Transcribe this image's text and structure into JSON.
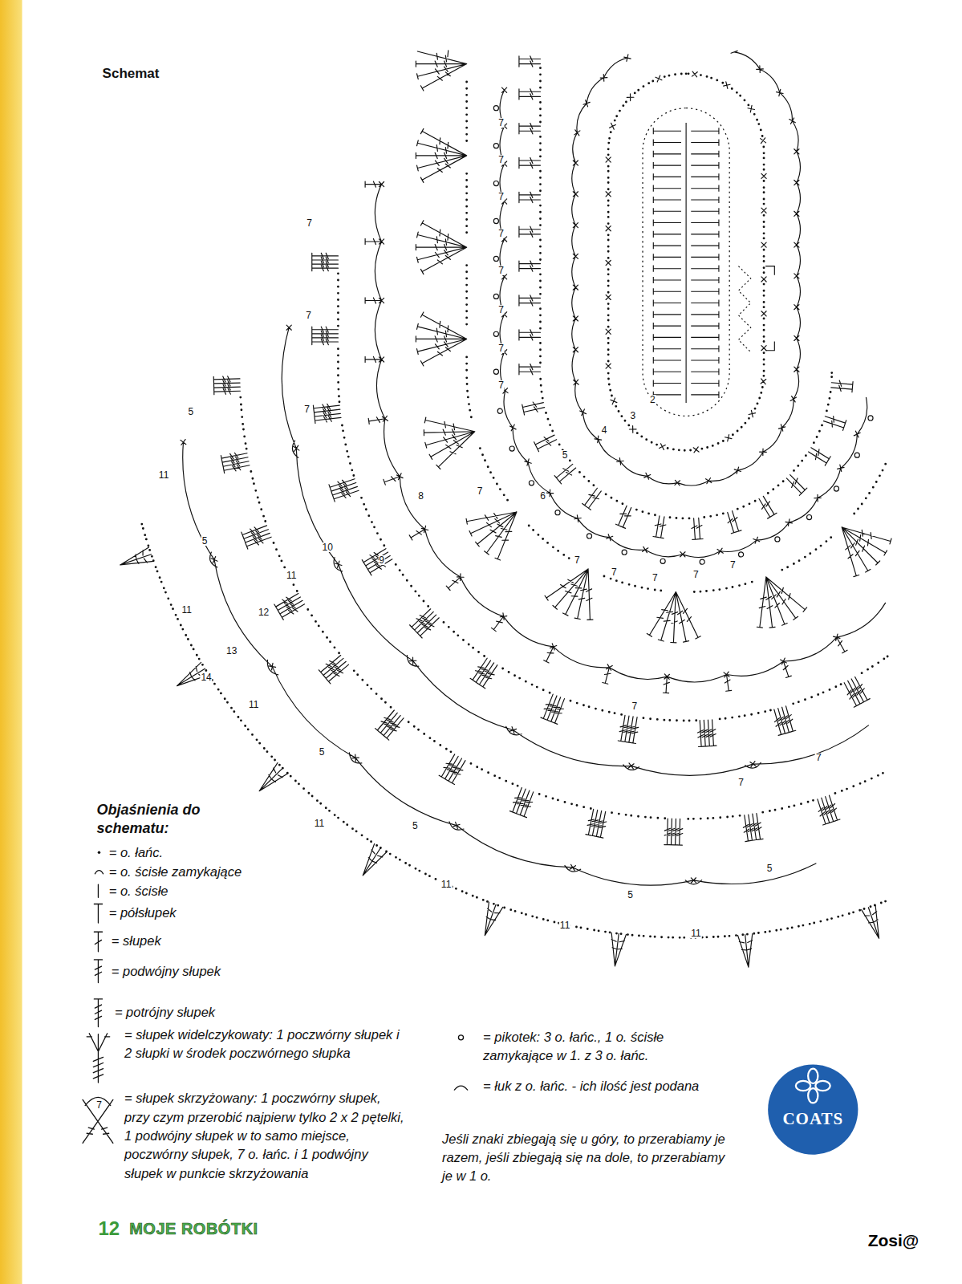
{
  "diagram": {
    "title": "Schemat",
    "labels": [
      "Objaśnienia do schematu:",
      "Jeśli znaki zbiegają się u góry, to przerabiamy je razem, jeśli zbiegają się na dole, to przerabiamy je w 1 o.",
      "12",
      "MOJE ROBÓTKI",
      "COATS",
      "Zosi@",
      "7",
      "2",
      "3",
      "4",
      "5",
      "6",
      "7",
      "8",
      "9",
      "10",
      "11",
      "12",
      "13",
      "14",
      "7",
      "7",
      "7",
      "7",
      "7",
      "7",
      "7",
      "7",
      "7",
      "7",
      "7",
      "7",
      "7",
      "7",
      "7",
      "7",
      "7",
      "7",
      "7",
      "5",
      "5",
      "5",
      "5",
      "5",
      "5",
      "11",
      "11",
      "11",
      "11",
      "11",
      "11",
      "11"
    ],
    "legend": [
      {
        "text": "= o. łańc."
      },
      {
        "text": "= o. ścisłe zamykające"
      },
      {
        "text": "= o. ścisłe"
      },
      {
        "text": "= półsłupek"
      },
      {
        "text": "= słupek"
      },
      {
        "text": "= podwójny słupek"
      },
      {
        "text": "= potrójny słupek"
      },
      {
        "text": "= słupek widelczykowaty: 1 poczwórny słupek i 2 słupki w środek poczwórnego słupka"
      },
      {
        "text": "= słupek skrzyżowany: 1 poczwórny słupek, przy czym przerobić najpierw tylko 2 x 2 pętelki, 1 podwójny słupek w to samo miejsce, poczwórny słupek, 7 o. łańc. i 1 podwójny słupek w punkcie skrzyżowania"
      },
      {
        "text": "= pikotek: 3 o. łańc., 1 o. ścisłe zamykające w 1. z 3 o. łańc."
      },
      {
        "text": "= łuk z o. łańc. - ich ilość jest podana"
      }
    ]
  }
}
